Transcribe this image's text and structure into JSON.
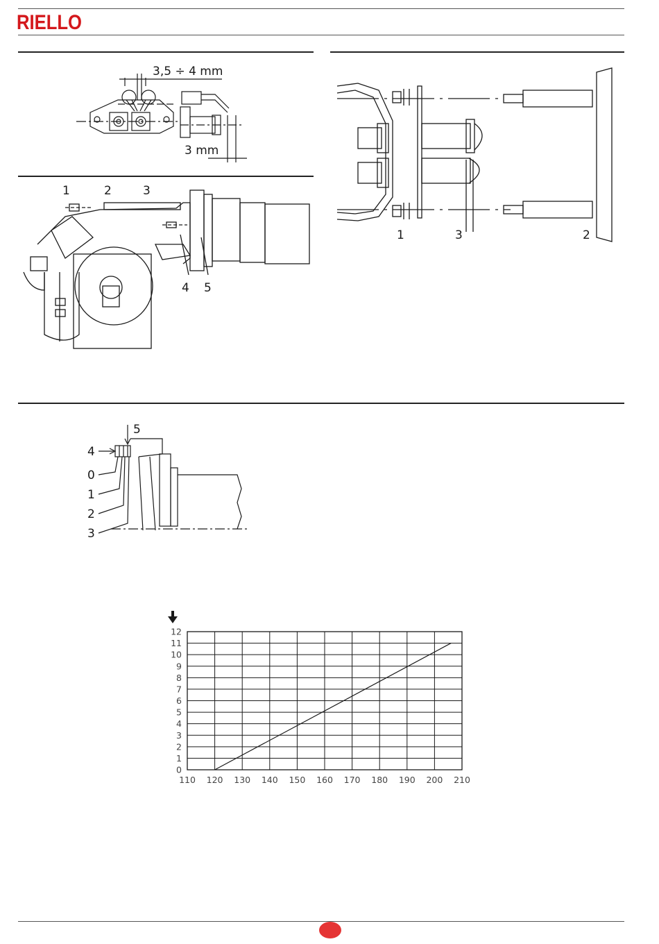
{
  "header": {
    "logo_text": "RIELLO",
    "brand_color": "#d4181c"
  },
  "fig_electrode_gap": {
    "gap_label": "3,5 ÷ 4  mm",
    "offset_label": "3  mm"
  },
  "fig_burner_side": {
    "callouts": [
      "1",
      "2",
      "3",
      "4",
      "5"
    ]
  },
  "fig_electrode_detail": {
    "callouts": [
      "1",
      "3",
      "2"
    ]
  },
  "fig_head_scale": {
    "callouts": [
      "5",
      "4",
      "0",
      "1",
      "2",
      "3"
    ]
  },
  "chart_data": {
    "type": "line",
    "title": "",
    "xlabel": "",
    "ylabel": "",
    "x_ticks": [
      110,
      120,
      130,
      140,
      150,
      160,
      170,
      180,
      190,
      200,
      210
    ],
    "y_ticks": [
      0,
      1,
      2,
      3,
      4,
      5,
      6,
      7,
      8,
      9,
      10,
      11,
      12
    ],
    "xlim": [
      110,
      210
    ],
    "ylim": [
      0,
      12
    ],
    "grid": true,
    "y_axis_marker": "down-arrow-icon",
    "series": [
      {
        "x": [
          120,
          206
        ],
        "y": [
          0,
          11
        ]
      }
    ]
  },
  "footer": {
    "page_badge_color": "#e53434"
  }
}
